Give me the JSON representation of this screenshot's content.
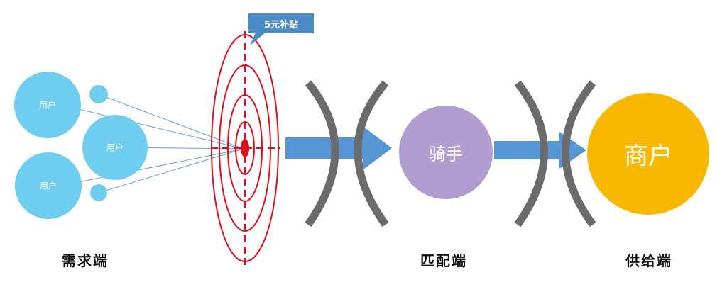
{
  "callout": {
    "text": "5元补贴"
  },
  "demand": {
    "users": [
      {
        "label": "用户"
      },
      {
        "label": "用户"
      },
      {
        "label": "用户"
      }
    ],
    "section_label": "需求端"
  },
  "matching": {
    "rider_label": "骑手",
    "section_label": "匹配端"
  },
  "supply": {
    "merchant_label": "商户",
    "section_label": "供给端"
  },
  "colors": {
    "user_bubble": "#6fcdf0",
    "target_red": "#e0101a",
    "arrow_blue": "#5796d4",
    "bracket_gray": "#6b6b6b",
    "rider_purple": "#b29dd0",
    "merchant_gold": "#f8b800",
    "callout_blue": "#4a8ac6"
  }
}
